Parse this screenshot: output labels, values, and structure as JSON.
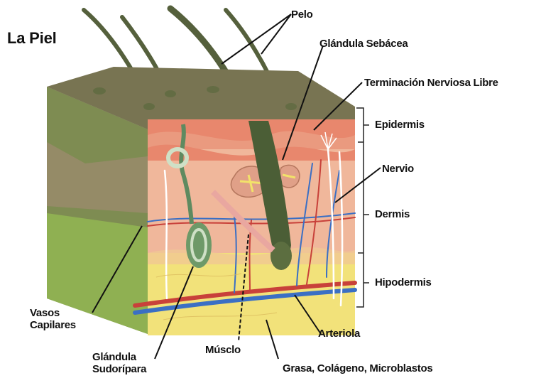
{
  "title": "La Piel",
  "labels": {
    "pelo": "Pelo",
    "glandula_sebacea": "Glándula Sebácea",
    "terminacion_nerviosa": "Terminación Nerviosa Libre",
    "epidermis": "Epidermis",
    "nervio": "Nervio",
    "dermis": "Dermis",
    "hipodermis": "Hipodermis",
    "vasos_line1": "Vasos",
    "vasos_line2": "Capilares",
    "glandula_sudoripara_line1": "Glándula",
    "glandula_sudoripara_line2": "Sudorípara",
    "musculo": "Músclo",
    "arteriola": "Arteriola",
    "grasa": "Grasa, Colágeno, Microblastos"
  },
  "colors": {
    "epidermis": "#e8876d",
    "dermis": "#f0b79b",
    "hipodermis": "#f2e27a",
    "top_surface": "#7a7a55",
    "left_side": "#8fb052",
    "hair": "#4b5e36",
    "artery": "#c8413a",
    "vein": "#3b6fc4",
    "nerve": "#ffffff"
  }
}
